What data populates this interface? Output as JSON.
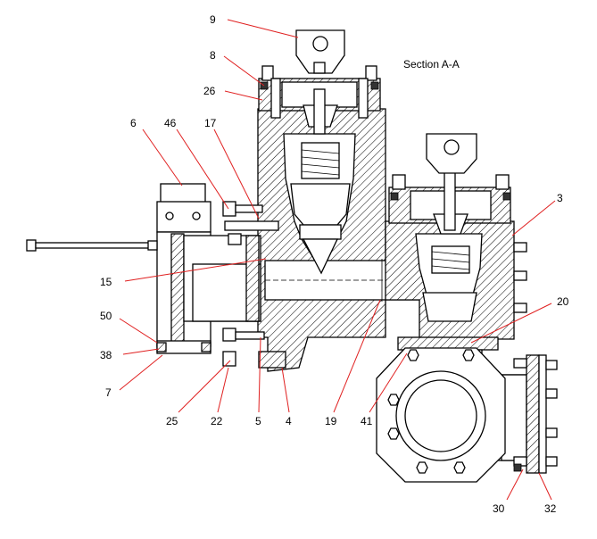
{
  "diagram": {
    "title": "Section  A-A",
    "callouts": [
      "9",
      "8",
      "26",
      "6",
      "46",
      "17",
      "3",
      "15",
      "20",
      "50",
      "38",
      "7",
      "25",
      "22",
      "5",
      "4",
      "19",
      "41",
      "30",
      "32"
    ]
  }
}
